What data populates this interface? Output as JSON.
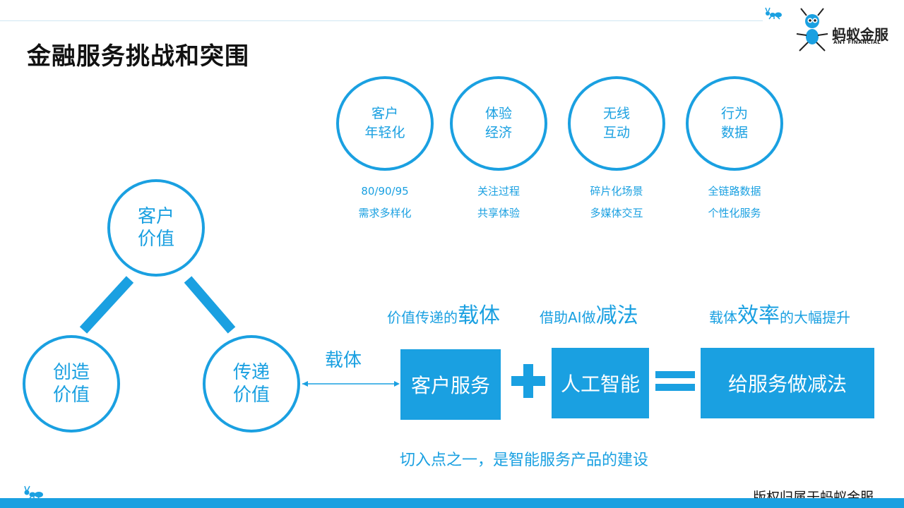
{
  "slide": {
    "title": "金融服务挑战和突围",
    "copyright": "版权归属于蚂蚁金服"
  },
  "logo": {
    "cn": "蚂蚁金服",
    "en": "ANT FINANCIAL",
    "icon": "ant-icon"
  },
  "trends": [
    {
      "label": "客户\n年轻化",
      "desc": "80/90/95\n需求多样化"
    },
    {
      "label": "体验\n经济",
      "desc": "关注过程\n共享体验"
    },
    {
      "label": "无线\n互动",
      "desc": "碎片化场景\n多媒体交互"
    },
    {
      "label": "行为\n数据",
      "desc": "全链路数据\n个性化服务"
    }
  ],
  "value_triangle": {
    "customer_value": "客户\n价值",
    "create_value": "创造\n价值",
    "deliver_value": "传递\n价值"
  },
  "carrier_label": "载体",
  "captions": {
    "c1_pre": "价值传递的",
    "c1_em": "载体",
    "c2_pre": "借助AI做",
    "c2_em": "减法",
    "c3_pre": "载体",
    "c3_em": "效率",
    "c3_post": "的大幅提升"
  },
  "equation": {
    "box1": "客户服务",
    "box2": "人工智能",
    "box3": "给服务做减法"
  },
  "bottom_note": "切入点之一，是智能服务产品的建设",
  "colors": {
    "accent": "#1aa0e1",
    "title": "#111111"
  }
}
